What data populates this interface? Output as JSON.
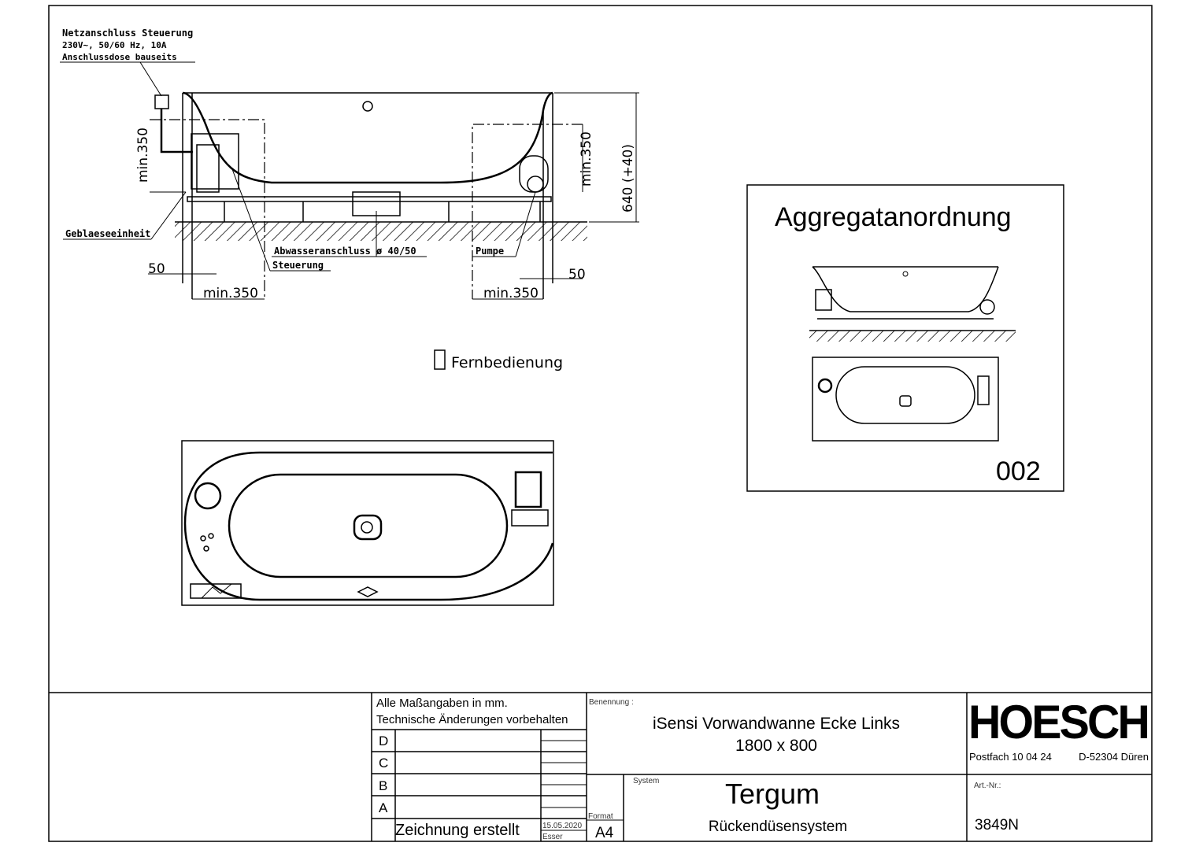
{
  "drawing": {
    "annotations": {
      "power_line1": "Netzanschluss Steuerung",
      "power_line2": "230V~, 50/60 Hz, 10A",
      "power_line3": "Anschlussdose bauseits",
      "blower": "Geblaeseeinheit",
      "drain": "Abwasseranschluss ø 40/50",
      "control": "Steuerung",
      "pump": "Pumpe",
      "remote": "Fernbedienung"
    },
    "dimensions": {
      "left_height": "min.350",
      "right_height": "min.350",
      "total_height": "640 (+40)",
      "left_offset": "50",
      "right_offset": "50",
      "left_width": "min.350",
      "right_width": "min.350"
    },
    "aggregate_box": {
      "title": "Aggregatanordnung",
      "number": "002"
    }
  },
  "title_block": {
    "note1": "Alle Maßangaben in mm.",
    "note2": "Technische Änderungen vorbehalten",
    "revisions": [
      "D",
      "C",
      "B",
      "A"
    ],
    "created_label": "Zeichnung erstellt",
    "created_date": "15.05.2020",
    "created_by": "Esser",
    "format_label": "Format",
    "format_value": "A4",
    "benennung_label": "Benennung :",
    "product_name": "iSensi Vorwandwanne Ecke Links",
    "product_size": "1800 x 800",
    "system_label": "System",
    "system_name": "Tergum",
    "system_desc": "Rückendüsensystem",
    "brand": "HOESCH",
    "address_po": "Postfach 10 04 24",
    "address_city": "D-52304 Düren",
    "art_label": "Art.-Nr.:",
    "art_number": "3849N"
  }
}
